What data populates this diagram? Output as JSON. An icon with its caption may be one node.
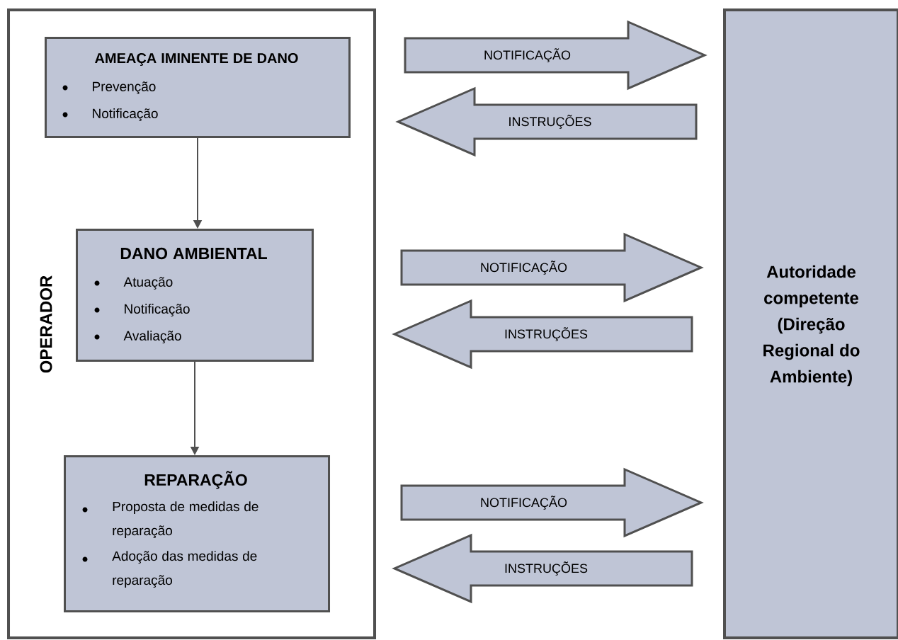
{
  "diagram": {
    "nodes": [
      {
        "text": [
          "OPERADOR"
        ]
      },
      {
        "text": [
          "AMEAÇA IMINENTE DE DANO",
          "Prevenção",
          "Notificação"
        ],
        "in": 0
      },
      {
        "text": [
          "DANO AMBIENTAL",
          "Atuação",
          "Notificação",
          "Avaliação"
        ],
        "in": 0
      },
      {
        "text": [
          "REPARAÇÃO",
          "Proposta de medidas de reparação",
          "Adoção das medidas de reparação"
        ],
        "in": 0
      },
      {
        "text": [
          "Autoridade competente (Direção Regional do Ambiente)"
        ]
      }
    ],
    "edges": [
      {
        "from": 1,
        "to": 2,
        "arrow": "to"
      },
      {
        "from": 2,
        "to": 3,
        "arrow": "to"
      },
      {
        "from": 1,
        "to": 4,
        "arrow": "to",
        "label": "NOTIFICAÇÃO"
      },
      {
        "from": 4,
        "to": 1,
        "arrow": "to",
        "label": "INSTRUÇÕES"
      },
      {
        "from": 2,
        "to": 4,
        "arrow": "to",
        "label": "NOTIFICAÇÃO"
      },
      {
        "from": 4,
        "to": 2,
        "arrow": "to",
        "label": "INSTRUÇÕES"
      },
      {
        "from": 3,
        "to": 4,
        "arrow": "to",
        "label": "NOTIFICAÇÃO"
      },
      {
        "from": 4,
        "to": 3,
        "arrow": "to",
        "label": "INSTRUÇÕES"
      }
    ]
  }
}
